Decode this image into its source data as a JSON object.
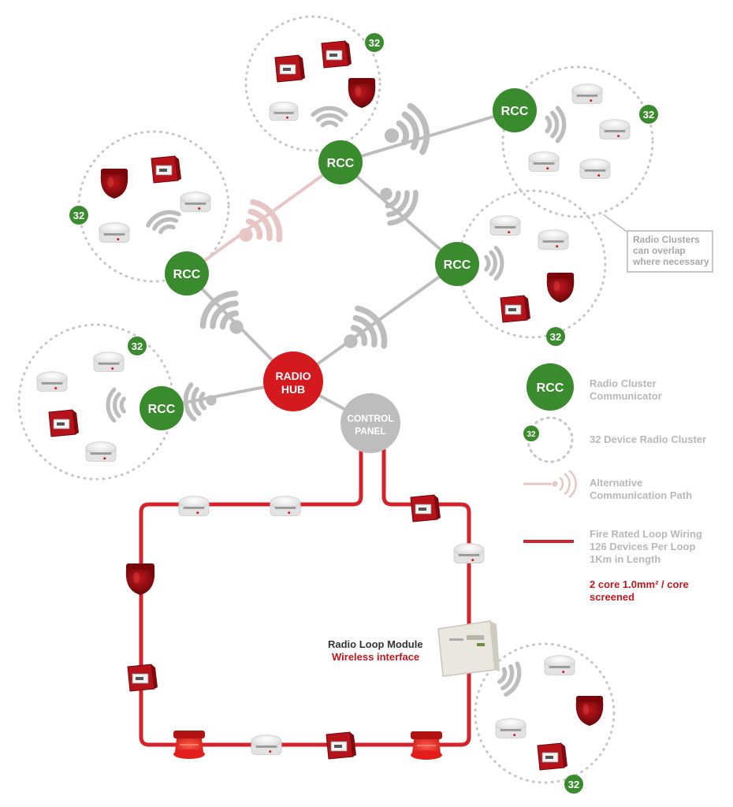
{
  "nodes": {
    "rcc_label": "RCC",
    "radio_hub": [
      "RADIO",
      "HUB"
    ],
    "control_panel": [
      "CONTROL",
      "PANEL"
    ],
    "cluster_count": "32"
  },
  "callout": {
    "lines": [
      "Radio Clusters",
      "can overlap",
      "where necessary"
    ]
  },
  "module": {
    "title": "Radio Loop Module",
    "subtitle": "Wireless interface"
  },
  "legend": {
    "rcc": {
      "icon_label": "RCC",
      "lines": [
        "Radio Cluster",
        "Communicator"
      ]
    },
    "cluster": {
      "icon_label": "32",
      "lines": [
        "32 Device Radio Cluster"
      ]
    },
    "alt_path": {
      "lines": [
        "Alternative",
        "Communication Path"
      ]
    },
    "loop_wiring": {
      "lines": [
        "Fire Rated Loop Wiring",
        "126 Devices Per Loop",
        "1Km in Length"
      ]
    },
    "cable_spec": {
      "lines": [
        "2 core 1.0mm² / core",
        "screened"
      ]
    }
  },
  "colors": {
    "green": "#3a8a2e",
    "red": "#d41a1f",
    "grey": "#bdbdbd",
    "pink": "#e7c6c6",
    "loop_red": "#d4242b"
  }
}
